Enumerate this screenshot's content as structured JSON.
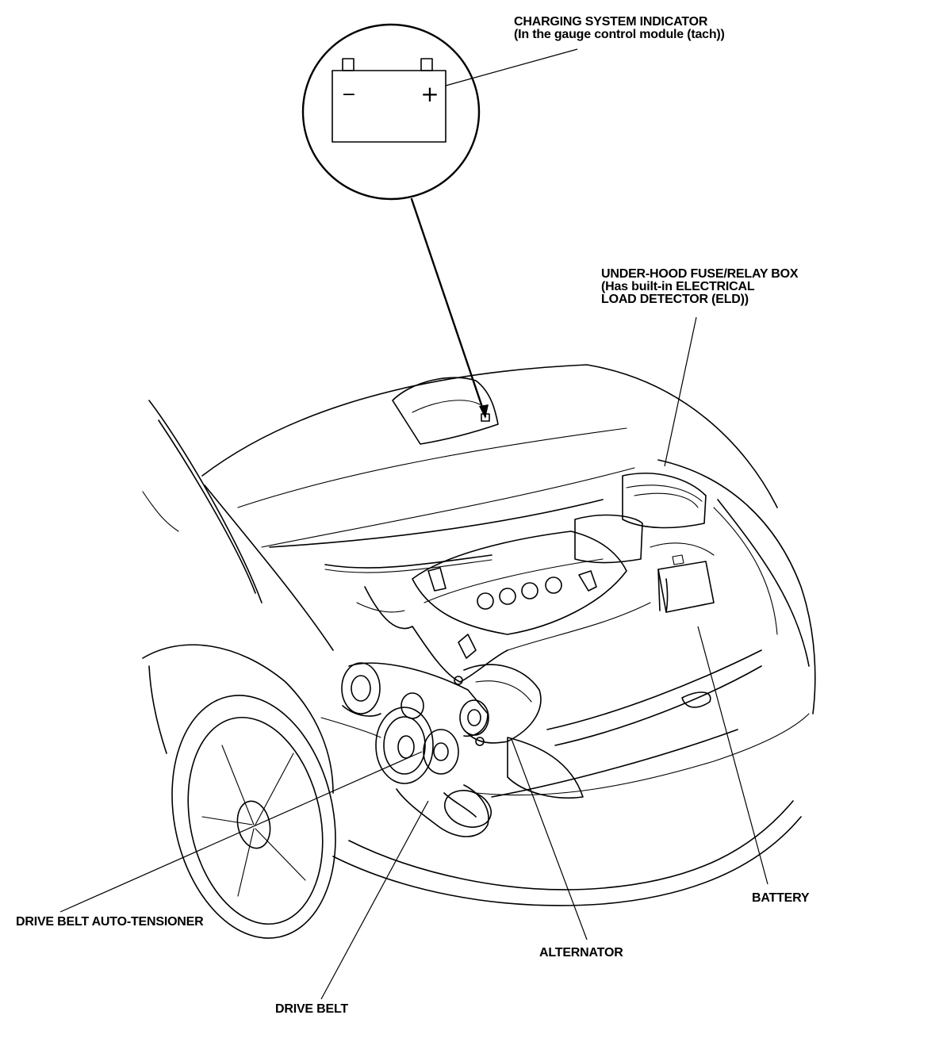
{
  "labels": {
    "charging_indicator": {
      "line1": "CHARGING SYSTEM INDICATOR",
      "line2": "(In the gauge control module (tach))"
    },
    "fuse_relay_box": {
      "line1": "UNDER-HOOD FUSE/RELAY BOX",
      "line2": "(Has built-in ELECTRICAL",
      "line3": "LOAD DETECTOR (ELD))"
    },
    "battery": "BATTERY",
    "drive_belt_auto_tensioner": "DRIVE BELT AUTO-TENSIONER",
    "alternator": "ALTERNATOR",
    "drive_belt": "DRIVE BELT"
  },
  "indicator_symbol": {
    "minus": "−",
    "plus": "+"
  }
}
